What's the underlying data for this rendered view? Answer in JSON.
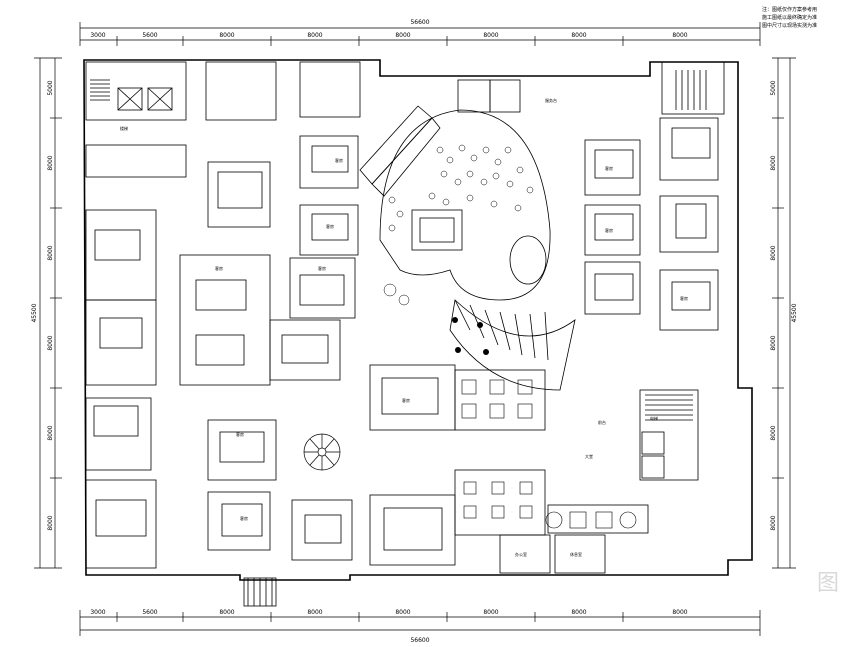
{
  "notes": {
    "lines": [
      "注：图纸仅作方案参考用",
      "施工图纸以最终确定为准",
      "图中尺寸以现场实测为准"
    ]
  },
  "dimensions": {
    "total": "56600",
    "height_total": "45500",
    "top_segments": [
      "3000",
      "5600",
      "8000",
      "8000",
      "8000",
      "8000",
      "8000",
      "8000"
    ],
    "bottom_segments": [
      "3000",
      "5600",
      "8000",
      "8000",
      "8000",
      "8000",
      "8000",
      "8000"
    ],
    "left_segments": [
      "5000",
      "8000",
      "8000",
      "8000",
      "8000",
      "8000"
    ],
    "right_segments": [
      "5000",
      "8000",
      "8000",
      "8000",
      "8000",
      "8000"
    ]
  },
  "room_labels": {
    "r1": "客房",
    "r2": "客房",
    "r3": "客房",
    "r4": "客房",
    "r5": "客房",
    "r6": "客房",
    "r7": "客房",
    "r8": "客房",
    "r9": "客房",
    "r10": "客房",
    "r11": "大堂",
    "r12": "前台",
    "r13": "办公室",
    "r14": "休息室",
    "r15": "服务台",
    "r16": "楼梯",
    "r17": "电梯"
  },
  "watermark": "图"
}
